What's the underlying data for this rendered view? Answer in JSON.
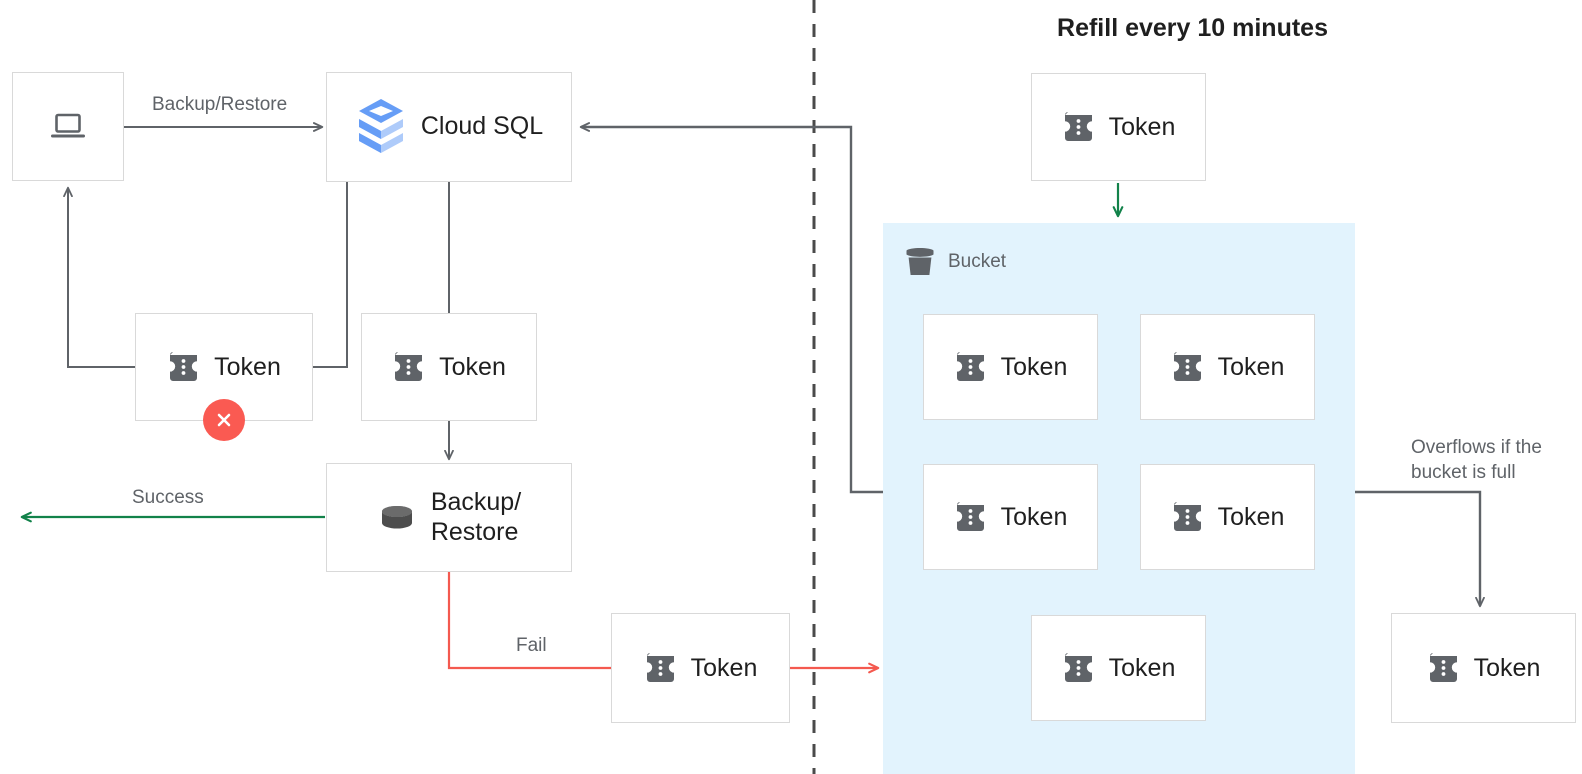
{
  "title": {
    "text": "Refill every 10 minutes"
  },
  "colors": {
    "bucket_bg": "#e2f3fd",
    "node_border": "#d9d9d9",
    "line": "#5f6368",
    "success": "#12824a",
    "fail": "#f4594f",
    "error_badge": "#fa5a52",
    "icon_gray": "#5f6368",
    "text": "#1f1f1f",
    "muted_text": "#5f6368"
  },
  "nodes": {
    "client": {
      "icon": "laptop-icon",
      "label": ""
    },
    "cloud_sql": {
      "icon": "cloud-sql-icon",
      "label": "Cloud SQL"
    },
    "retry_token": {
      "icon": "token-icon",
      "label": "Token",
      "badge": "error-x-badge"
    },
    "pass_token": {
      "icon": "token-icon",
      "label": "Token"
    },
    "backup_restore": {
      "icon": "database-icon",
      "label": "Backup/\nRestore"
    },
    "fail_token": {
      "icon": "token-icon",
      "label": "Token"
    },
    "refill_token": {
      "icon": "token-icon",
      "label": "Token"
    },
    "overflow_token": {
      "icon": "token-icon",
      "label": "Token"
    }
  },
  "bucket": {
    "icon": "bucket-icon",
    "label": "Bucket",
    "tokens": [
      {
        "icon": "token-icon",
        "label": "Token"
      },
      {
        "icon": "token-icon",
        "label": "Token"
      },
      {
        "icon": "token-icon",
        "label": "Token"
      },
      {
        "icon": "token-icon",
        "label": "Token"
      },
      {
        "icon": "token-icon",
        "label": "Token"
      }
    ]
  },
  "edges": {
    "backup_restore": "Backup/Restore",
    "success": "Success",
    "fail": "Fail",
    "overflow": "Overflows if the\nbucket is full"
  }
}
